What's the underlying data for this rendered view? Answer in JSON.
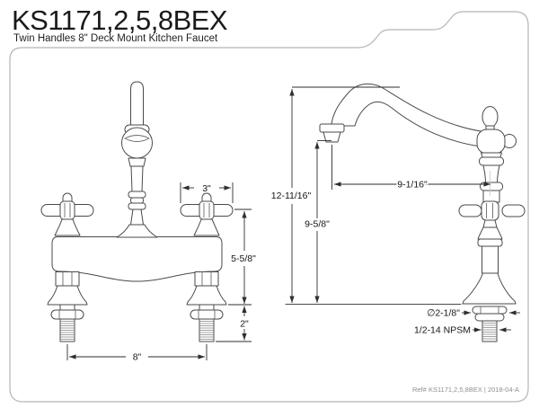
{
  "header": {
    "title": "KS1171,2,5,8BEX",
    "subtitle": "Twin Handles 8\" Deck Mount Kitchen Faucet"
  },
  "front_view": {
    "label": "front elevation of twin-handle bridge faucet",
    "dims": {
      "handle_width": "3\"",
      "handle_height": "5-5/8\"",
      "shank_length": "2\"",
      "center_spread": "8\""
    }
  },
  "side_view": {
    "label": "side elevation with spout profile",
    "dims": {
      "overall_height": "12-11/16\"",
      "outlet_height": "9-5/8\"",
      "spout_reach": "9-1/16\"",
      "flange_diameter": "∅2-1/8\"",
      "thread_spec": "1/2-14 NPSM"
    }
  },
  "footer": {
    "ref_number": "Ref# KS1171,2,5,8BEX | 2018-04-A"
  },
  "colors": {
    "line_color": "#4a4a4a",
    "dimension_color": "#2e2e2e",
    "frame_border": "#b5b5b5",
    "ref_text": "#8f8f8f",
    "text": "#1a1a1a",
    "background": "#ffffff"
  }
}
